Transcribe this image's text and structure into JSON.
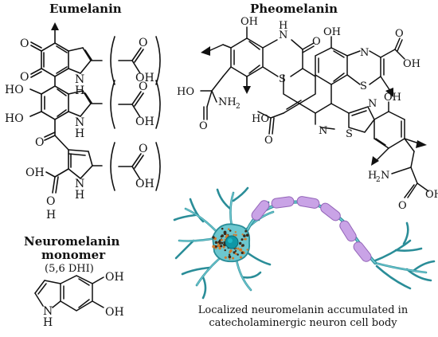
{
  "eumelanin": {
    "title": "Eumelanin",
    "atoms": {
      "o_top": "O",
      "o_mid": "O",
      "nh1_n": "N",
      "nh1_h": "H",
      "ho1": "HO",
      "ho2": "HO",
      "nh2_n": "N",
      "nh2_h": "H",
      "o_keto": "O",
      "o_acid": "O",
      "oh_acid": "OH",
      "nh3_n": "N",
      "nh3_h": "H",
      "cooh1_o": "O",
      "cooh1_oh": "OH",
      "cooh2_o": "O",
      "cooh2_oh": "OH",
      "cooh3_o": "O",
      "cooh3_oh": "OH"
    }
  },
  "pheomelanin": {
    "title": "Pheomelanin",
    "atoms": {
      "oh_top": "OH",
      "nh_n": "N",
      "nh_h": "H",
      "o_lactam": "O",
      "s1": "S",
      "ho_left": "HO",
      "nh2_left": "NH",
      "nh2_left_sub": "2",
      "o_left": "O",
      "oh_center": "OH",
      "n_right": "N",
      "s_right": "S",
      "o_right": "O",
      "oh_right": "OH",
      "n_iso": "N",
      "ho_bottom": "HO",
      "o_bottom": "O",
      "n_thz": "N",
      "s_thz": "S",
      "oh_thz": "OH",
      "h2n": "H",
      "h2n_sub": "2",
      "h2n_n": "N",
      "o_acid2": "O",
      "oh_acid2": "OH"
    }
  },
  "neuromelanin": {
    "title_line1": "Neuromelanin",
    "title_line2": "monomer",
    "subtitle": "(5,6 DHI)",
    "atoms": {
      "oh1": "OH",
      "oh2": "OH",
      "n": "N",
      "h": "H"
    }
  },
  "neuron": {
    "caption_line1": "Localized neuromelanin accumulated in",
    "caption_line2": "catecholaminergic neuron cell body"
  },
  "colors": {
    "ink": "#111111",
    "dendrite": "#6cc7cf",
    "dendrite_stroke": "#2a8d98",
    "myelin": "#c9a3e6",
    "myelin_stroke": "#9364b8",
    "nucleus": "#0f97a6",
    "granule_dark": "#3b2b1c",
    "granule_orange": "#d27a2c"
  }
}
